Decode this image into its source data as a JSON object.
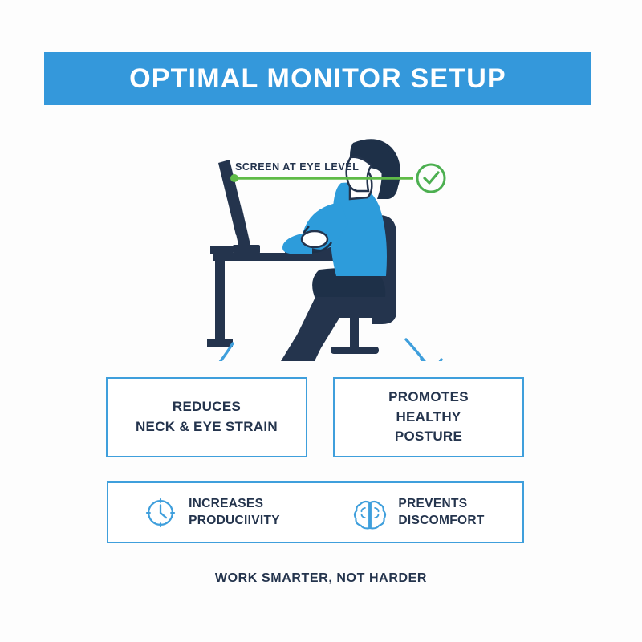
{
  "colors": {
    "accent_blue": "#3498db",
    "border_blue": "#3f9fdc",
    "icon_blue": "#3f9fdc",
    "shirt_blue": "#2d9cdb",
    "dark_navy": "#24344d",
    "figure_navy": "#1e3048",
    "check_green": "#4caf50",
    "eye_line_green": "#5fbb47",
    "background": "#fdfdfd",
    "banner_text": "#ffffff"
  },
  "header": {
    "title": "OPTIMAL MONITOR SETUP"
  },
  "illustration": {
    "eye_level_label": "SCREEN AT EYE LEVEL",
    "check_icon": "check-circle-icon",
    "figure_icon": "seated-person-at-desk-icon",
    "monitor_icon": "monitor-icon",
    "desk_icon": "desk-icon",
    "chair_icon": "office-chair-icon",
    "keyboard_icon": "keyboard-icon",
    "mouse_icon": "mouse-icon"
  },
  "arrows": {
    "left_arrow_icon": "curved-arrow-down-left-icon",
    "right_arrow_icon": "curved-arrow-down-right-icon"
  },
  "callouts": [
    {
      "id": "reduces-strain",
      "lines": [
        "REDUCES",
        "NECK & EYE STRAIN"
      ]
    },
    {
      "id": "healthy-posture",
      "lines": [
        "PROMOTES",
        "HEALTHY",
        "POSTURE"
      ]
    }
  ],
  "benefits": [
    {
      "id": "increases-productivity",
      "icon": "clock-icon",
      "lines": [
        "INCREASES",
        "PRODUCIIVITY"
      ]
    },
    {
      "id": "prevents-discomfort",
      "icon": "brain-icon",
      "lines": [
        "PREVENTS",
        "DISCOMFORT"
      ]
    }
  ],
  "footer": {
    "tagline": "WORK SMARTER, NOT HARDER"
  }
}
